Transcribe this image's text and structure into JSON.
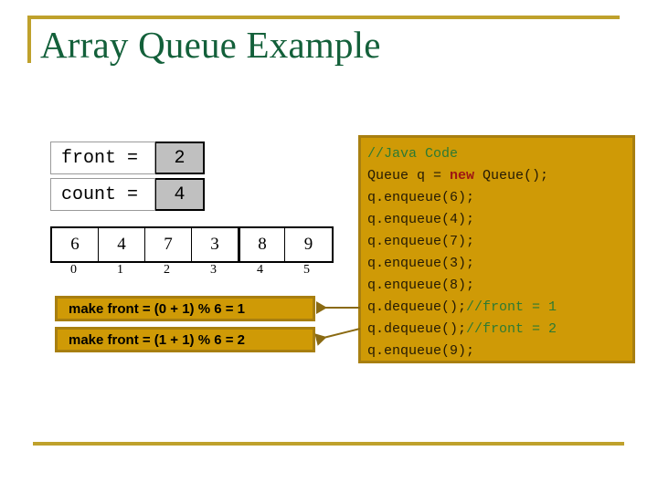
{
  "slide": {
    "title": "Array Queue Example"
  },
  "variables": [
    {
      "name": "front-variable",
      "label": "front = ",
      "value": "2"
    },
    {
      "name": "count-variable",
      "label": "count = ",
      "value": "4"
    }
  ],
  "array": {
    "values": [
      "6",
      "4",
      "7",
      "3",
      "8",
      "9"
    ],
    "indices": [
      "0",
      "1",
      "2",
      "3",
      "4",
      "5"
    ],
    "capacity": 6
  },
  "callouts": [
    {
      "text": "make front = (0 + 1) % 6 = 1"
    },
    {
      "text": "make front = (1 + 1) % 6 = 2"
    }
  ],
  "code": {
    "language": "Java",
    "lines": [
      {
        "segments": [
          {
            "text": "//Java Code",
            "type": "comment"
          }
        ]
      },
      {
        "segments": [
          {
            "text": "Queue q = ",
            "type": "plain"
          },
          {
            "text": "new",
            "type": "keyword"
          },
          {
            "text": " Queue();",
            "type": "plain"
          }
        ]
      },
      {
        "segments": [
          {
            "text": "q.enqueue(6);",
            "type": "plain"
          }
        ]
      },
      {
        "segments": [
          {
            "text": "q.enqueue(4);",
            "type": "plain"
          }
        ]
      },
      {
        "segments": [
          {
            "text": "q.enqueue(7);",
            "type": "plain"
          }
        ]
      },
      {
        "segments": [
          {
            "text": "q.enqueue(3);",
            "type": "plain"
          }
        ]
      },
      {
        "segments": [
          {
            "text": "q.enqueue(8);",
            "type": "plain"
          }
        ]
      },
      {
        "segments": [
          {
            "text": "q.dequeue();",
            "type": "plain"
          },
          {
            "text": "//front = 1",
            "type": "comment"
          }
        ]
      },
      {
        "segments": [
          {
            "text": "q.dequeue();",
            "type": "plain"
          },
          {
            "text": "//front = 2",
            "type": "comment"
          }
        ]
      },
      {
        "segments": [
          {
            "text": "q.enqueue(9);",
            "type": "plain"
          }
        ]
      }
    ]
  },
  "colors": {
    "title_text": "#13603a",
    "rule_gold": "#bfa12c",
    "panel_background": "#cf9a06",
    "panel_border": "#a87f10",
    "value_box": "#c0c0c0",
    "comment_green": "#2d7a33",
    "keyword_red": "#9e1414",
    "arrow": "#8a6a12"
  }
}
